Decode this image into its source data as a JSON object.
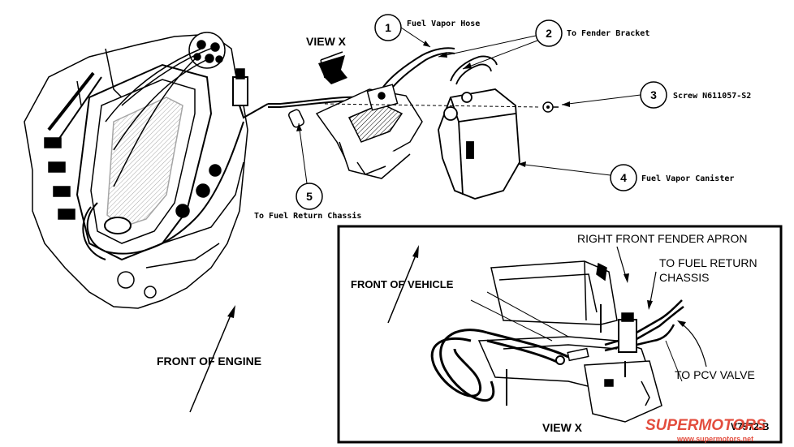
{
  "callouts": [
    {
      "number": "1",
      "label": "Fuel Vapor Hose"
    },
    {
      "number": "2",
      "label": "To Fender Bracket"
    },
    {
      "number": "3",
      "label": "Screw N611057-S2"
    },
    {
      "number": "4",
      "label": "Fuel Vapor Canister"
    },
    {
      "number": "5",
      "label": "To Fuel Return Chassis"
    }
  ],
  "labels": {
    "view_x_top": "VIEW X",
    "front_of_engine": "FRONT OF ENGINE",
    "front_of_vehicle": "FRONT OF VEHICLE",
    "right_front_fender_apron": "RIGHT FRONT FENDER APRON",
    "to_fuel_return": "TO FUEL RETURN",
    "chassis": "CHASSIS",
    "to_pcv_valve": "TO PCV VALVE",
    "view_x_inset": "VIEW X",
    "figure_code": "V7572-B"
  },
  "watermark": {
    "brand": "SUPERMOTORS",
    "url": "www.supermotors.net",
    "color": "#e03a2a"
  }
}
